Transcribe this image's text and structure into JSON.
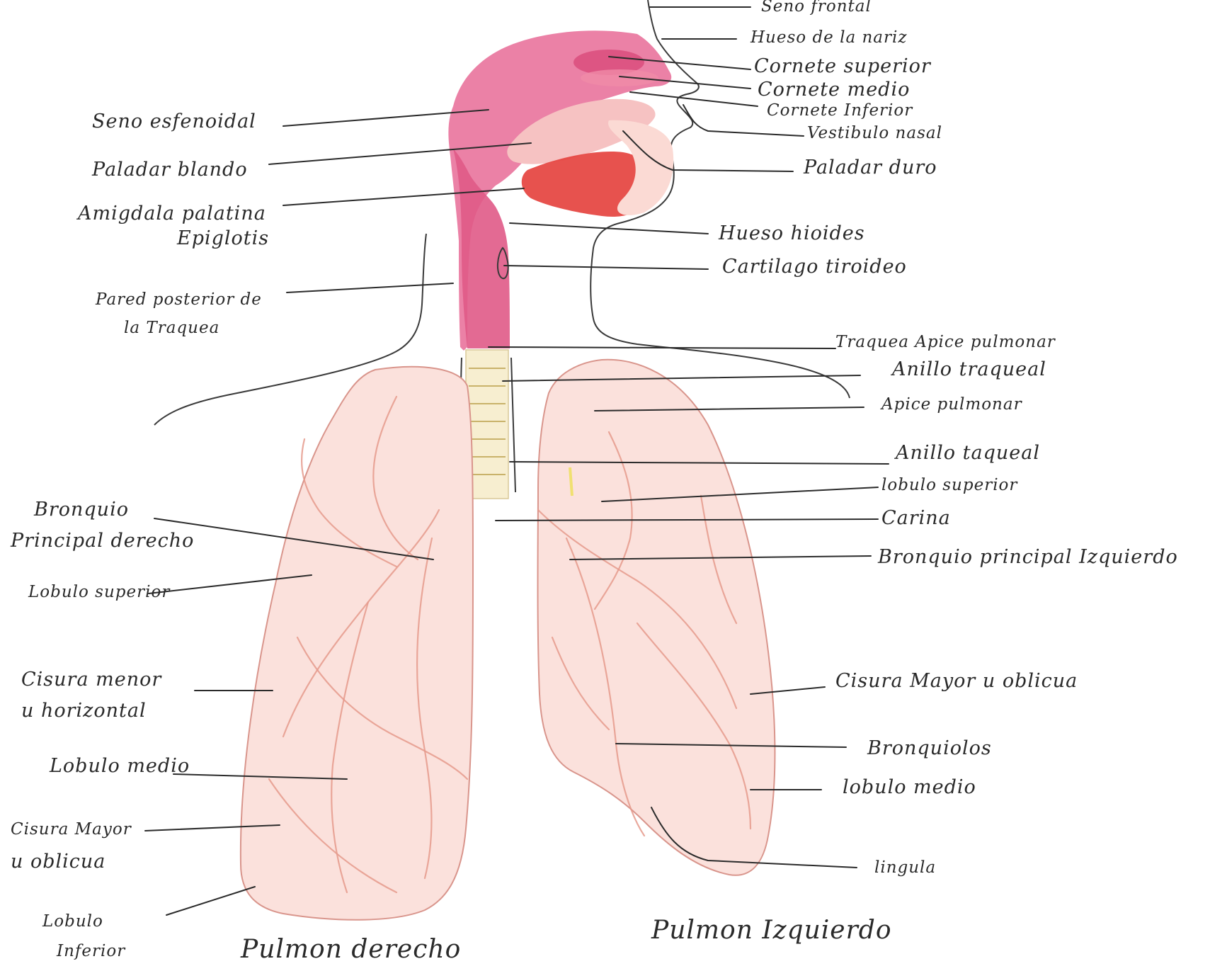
{
  "labels_left": [
    {
      "id": "seno-esfenoidal",
      "text": "Seno esfenoidal"
    },
    {
      "id": "paladar-blando",
      "text": "Paladar blando"
    },
    {
      "id": "amigdala-palatina",
      "text": "Amigdala palatina"
    },
    {
      "id": "epiglotis",
      "text": "Epiglotis"
    },
    {
      "id": "pared-posterior-1",
      "text": "Pared posterior de"
    },
    {
      "id": "pared-posterior-2",
      "text": "la Traquea"
    },
    {
      "id": "bronquio-der-1",
      "text": "Bronquio"
    },
    {
      "id": "bronquio-der-2",
      "text": "Principal derecho"
    },
    {
      "id": "lobulo-superior-der",
      "text": "Lobulo superior"
    },
    {
      "id": "cisura-menor-1",
      "text": "Cisura menor"
    },
    {
      "id": "cisura-menor-2",
      "text": "u horizontal"
    },
    {
      "id": "lobulo-medio-der",
      "text": "Lobulo medio"
    },
    {
      "id": "cisura-mayor-der-1",
      "text": "Cisura Mayor"
    },
    {
      "id": "cisura-mayor-der-2",
      "text": "u oblicua"
    },
    {
      "id": "lobulo-inferior-1",
      "text": "Lobulo"
    },
    {
      "id": "lobulo-inferior-2",
      "text": "Inferior"
    }
  ],
  "labels_right": [
    {
      "id": "seno-frontal",
      "text": "Seno frontal"
    },
    {
      "id": "hueso-nariz",
      "text": "Hueso de la nariz"
    },
    {
      "id": "cornete-superior",
      "text": "Cornete superior"
    },
    {
      "id": "cornete-medio",
      "text": "Cornete medio"
    },
    {
      "id": "cornete-inferior",
      "text": "Cornete Inferior"
    },
    {
      "id": "vestibulo-nasal",
      "text": "Vestibulo nasal"
    },
    {
      "id": "paladar-duro",
      "text": "Paladar duro"
    },
    {
      "id": "hueso-hioides",
      "text": "Hueso hioides"
    },
    {
      "id": "cartilago-tiroideo",
      "text": "Cartilago tiroideo"
    },
    {
      "id": "traquea-apice",
      "text": "Traquea Apice pulmonar"
    },
    {
      "id": "anillo-traqueal-1",
      "text": "Anillo traqueal"
    },
    {
      "id": "apice-pulmonar",
      "text": "Apice pulmonar"
    },
    {
      "id": "anillo-traqueal-2",
      "text": "Anillo taqueal"
    },
    {
      "id": "lobulo-superior-izq",
      "text": "lobulo superior"
    },
    {
      "id": "carina",
      "text": "Carina"
    },
    {
      "id": "bronquio-izq",
      "text": "Bronquio principal Izquierdo"
    },
    {
      "id": "cisura-mayor-izq",
      "text": "Cisura Mayor u oblicua"
    },
    {
      "id": "bronquiolos",
      "text": "Bronquiolos"
    },
    {
      "id": "lobulo-medio-izq",
      "text": "lobulo medio"
    },
    {
      "id": "lingula",
      "text": "lingula"
    }
  ],
  "captions": {
    "right_lung": "Pulmon derecho",
    "left_lung": "Pulmon Izquierdo"
  }
}
